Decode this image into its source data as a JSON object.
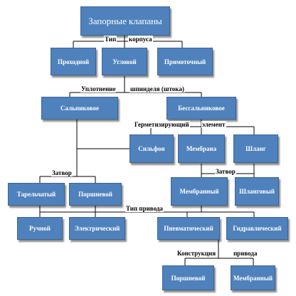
{
  "nodes": {
    "root": "Запорные клапаны",
    "passthrough": "Проходной",
    "angle": "Угловой",
    "straight": "Прямоточный",
    "gland": "Сальниковое",
    "glandless": "Бессальниковое",
    "bellows": "Сильфон",
    "membrane": "Мембрана",
    "hose": "Шланг",
    "disc": "Тарельчатый",
    "piston_gate": "Поршневой",
    "membrane_gate": "Мембранный",
    "hose_gate": "Шланговый",
    "manual": "Ручной",
    "electric": "Электрический",
    "pneumatic": "Пневматический",
    "hydraulic": "Гидравлический",
    "piston_drive": "Поршневой",
    "membrane_drive": "Мембранный"
  },
  "labels": {
    "body_type_1": "Тип",
    "body_type_2": "корпуса",
    "stem_seal_1": "Уплотнение",
    "stem_seal_2": "шпинделя (штока)",
    "sealing_1": "Герметизирующий",
    "sealing_2": "элемент",
    "gate_left": "Затвор",
    "gate_right": "Затвор",
    "drive_type": "Тип привода",
    "design_1": "Конструкция",
    "design_2": "привода"
  },
  "colors": {
    "box_fill": "#4f81bd",
    "box_border": "#3a6595",
    "box_text": "#ffffff",
    "line": "#000000"
  }
}
